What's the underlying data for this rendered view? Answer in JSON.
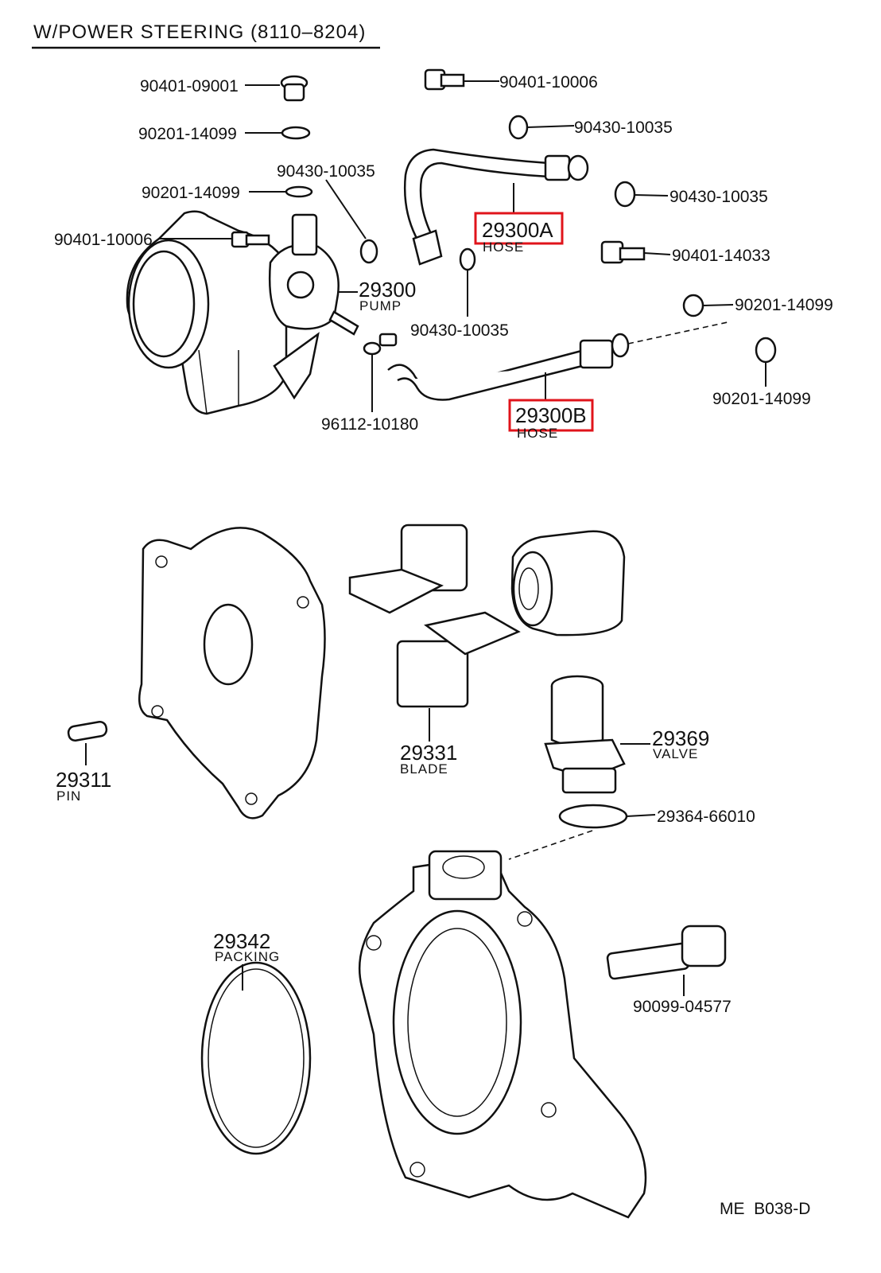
{
  "title": "W/POWER STEERING (8110–8204)",
  "footer": "ME  B038-D",
  "accent_color": "#e0141b",
  "labels": {
    "l_90401_09001": "90401-09001",
    "l_90201_14099_a": "90201-14099",
    "l_90430_10035_a": "90430-10035",
    "l_90201_14099_b": "90201-14099",
    "l_90401_10006_a": "90401-10006",
    "l_90401_10006_b": "90401-10006",
    "l_90430_10035_b": "90430-10035",
    "l_90430_10035_c": "90430-10035",
    "l_90401_14033": "90401-14033",
    "l_90430_10035_d": "90430-10035",
    "l_90201_14099_c": "90201-14099",
    "l_90201_14099_d": "90201-14099",
    "l_96112_10180": "96112-10180",
    "l_29364_66010": "29364-66010",
    "l_90099_04577": "90099-04577"
  },
  "callouts": {
    "hose_a": {
      "number": "29300A",
      "name": "HOSE"
    },
    "hose_b": {
      "number": "29300B",
      "name": "HOSE"
    },
    "pump": {
      "number": "29300",
      "name": "PUMP"
    },
    "blade": {
      "number": "29331",
      "name": "BLADE"
    },
    "valve": {
      "number": "29369",
      "name": "VALVE"
    },
    "pin": {
      "number": "29311",
      "name": "PIN"
    },
    "packing": {
      "number": "29342",
      "name": "PACKING"
    }
  }
}
